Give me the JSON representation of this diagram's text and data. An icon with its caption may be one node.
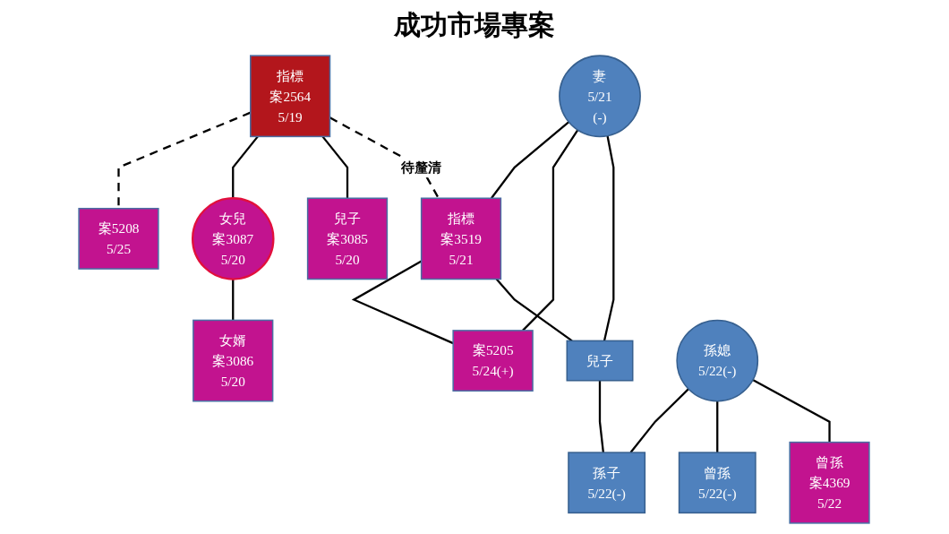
{
  "diagram": {
    "title": "成功市場專案",
    "nodes": [
      {
        "text": [
          "案5208",
          "5/25"
        ]
      },
      {
        "text": [
          "指標",
          "案2564",
          "5/19"
        ]
      },
      {
        "text": [
          "指標",
          "案3519",
          "5/21"
        ]
      },
      {
        "text": [
          "妻",
          "5/21",
          "(-)"
        ]
      },
      {
        "text": [
          "女兒",
          "案3087",
          "5/20"
        ]
      },
      {
        "text": [
          "女婿",
          "案3086",
          "5/20"
        ]
      },
      {
        "text": [
          "兒子",
          "案3085",
          "5/20"
        ]
      },
      {
        "text": [
          "案5205",
          "5/24(+)"
        ]
      },
      {
        "text": [
          "兒子"
        ]
      },
      {
        "text": [
          "孫媳",
          "5/22(-)"
        ]
      },
      {
        "text": [
          "孫子",
          "5/22(-)"
        ]
      },
      {
        "text": [
          "曾孫",
          "5/22(-)"
        ]
      },
      {
        "text": [
          "曾孫",
          "案4369",
          "5/22"
        ]
      }
    ],
    "edges": [
      {
        "from": 1,
        "to": 0,
        "arrow": "none",
        "style": "dashed"
      },
      {
        "from": 1,
        "to": 4,
        "arrow": "none"
      },
      {
        "from": 1,
        "to": 6,
        "arrow": "none"
      },
      {
        "from": 1,
        "to": 2,
        "arrow": "none",
        "style": "dashed",
        "label": "待釐清"
      },
      {
        "from": 3,
        "to": 2,
        "arrow": "none"
      },
      {
        "from": 2,
        "to": 7,
        "arrow": "none"
      },
      {
        "from": 2,
        "to": 8,
        "arrow": "none"
      },
      {
        "from": 3,
        "to": 7,
        "arrow": "none"
      },
      {
        "from": 3,
        "to": 8,
        "arrow": "none"
      },
      {
        "from": 4,
        "to": 5,
        "arrow": "none"
      },
      {
        "from": 8,
        "to": 10,
        "arrow": "none"
      },
      {
        "from": 9,
        "to": 10,
        "arrow": "none"
      },
      {
        "from": 9,
        "to": 11,
        "arrow": "none"
      },
      {
        "from": 9,
        "to": 12,
        "arrow": "none"
      }
    ]
  }
}
